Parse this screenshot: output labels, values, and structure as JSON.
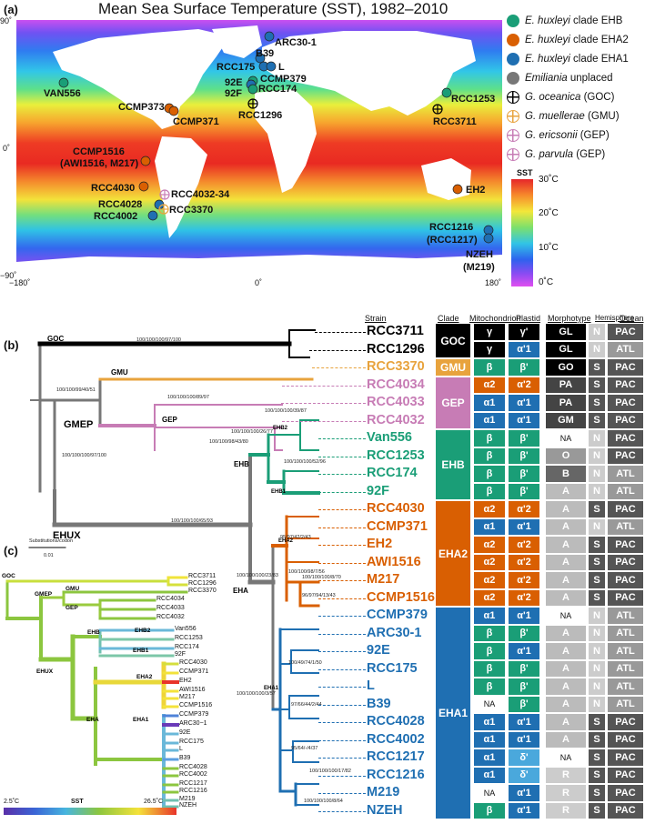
{
  "panel_a": {
    "label": "(a)",
    "title": "Mean Sea Surface Temperature (SST), 1982–2010",
    "lat_ticks": [
      "90˚",
      "0˚",
      "−90˚"
    ],
    "lon_ticks": [
      "−180˚",
      "0˚",
      "180˚"
    ],
    "sst_scale": {
      "title": "SST",
      "ticks": [
        "30˚C",
        "20˚C",
        "10˚C",
        "0˚C"
      ]
    },
    "legend": [
      {
        "taxon": "E. huxleyi",
        "suffix": " clade EHB",
        "color": "#1a9e77",
        "marker": "dot"
      },
      {
        "taxon": "E. huxleyi",
        "suffix": " clade EHA2",
        "color": "#d95f02",
        "marker": "dot"
      },
      {
        "taxon": "E. huxleyi",
        "suffix": " clade EHA1",
        "color": "#1f6fb2",
        "marker": "dot"
      },
      {
        "taxon": "Emiliania",
        "suffix": " unplaced",
        "color": "#777777",
        "marker": "dot"
      },
      {
        "taxon": "G. oceanica",
        "suffix": " (GOC)",
        "color": "#000000",
        "marker": "cross"
      },
      {
        "taxon": "G. muellerae",
        "suffix": " (GMU)",
        "color": "#e8a33d",
        "marker": "cross"
      },
      {
        "taxon": "G. ericsonii",
        "suffix": " (GEP)",
        "color": "#c77cb5",
        "marker": "cross"
      },
      {
        "taxon": "G. parvula",
        "suffix": " (GEP)",
        "color": "#c77cb5",
        "marker": "cross"
      }
    ],
    "map_labels": [
      "ARC30-1",
      "B39",
      "RCC175",
      "L",
      "92E",
      "CCMP379",
      "92F",
      "RCC174",
      "RCC1296",
      "VAN556",
      "CCMP373",
      "CCMP371",
      "RCC1253",
      "RCC3711",
      "CCMP1516",
      "(AWI1516, M217)",
      "RCC4030",
      "RCC4032-34",
      "RCC4028",
      "RCC3370",
      "RCC4002",
      "EH2",
      "RCC1216",
      "(RCC1217)",
      "NZEH",
      "(M219)"
    ]
  },
  "panel_b": {
    "label": "(b)",
    "headers": [
      "Strain",
      "Clade",
      "Mitochondrion",
      "Plastid",
      "Morphotype",
      "Hemisphere",
      "Ocean"
    ],
    "scale_bar": {
      "title": "Substitutions/codon",
      "value": "0.01"
    },
    "node_labels": [
      "GOC",
      "GMU",
      "GEP",
      "GMEP",
      "EHUX",
      "EHB",
      "EHB2",
      "EHB1",
      "EHA",
      "EHA2",
      "EHA1"
    ],
    "supports": [
      "100/100/100/97/100",
      "100/100/99/40/51",
      "100/100/100/89/97",
      "100/100/98/43/80",
      "100/100/100/97/100",
      "100/100/100/65/93",
      "100/100/100/39/87",
      "100/100/100/26/77",
      "100/100/100/52/96",
      "95/97/42/2/43",
      "100/100/98/7/56",
      "100/100/100/8/70",
      "96/97/94/13/43",
      "100/100/100/23/83",
      "100/49/74/1/50",
      "100/100/100/3/57",
      "97/66/44/2/44",
      "95/64/-/4/37",
      "100/100/100/17/82",
      "100/100/100/8/64"
    ],
    "clade_blocks": [
      {
        "name": "GOC",
        "color": "#000000",
        "rows": 2
      },
      {
        "name": "GMU",
        "color": "#e8a33d",
        "rows": 1
      },
      {
        "name": "GEP",
        "color": "#c77cb5",
        "rows": 3
      },
      {
        "name": "EHB",
        "color": "#1a9e77",
        "rows": 4
      },
      {
        "name": "EHA2",
        "color": "#d95f02",
        "rows": 6
      },
      {
        "name": "EHA1",
        "color": "#1f6fb2",
        "rows": 12
      }
    ],
    "rows": [
      {
        "strain": "RCC3711",
        "color": "#000000",
        "mito": "γ",
        "plastid": "γ'",
        "morph": "GL",
        "hemi": "N",
        "ocean": "PAC"
      },
      {
        "strain": "RCC1296",
        "color": "#000000",
        "mito": "γ",
        "plastid": "α'1",
        "morph": "GL",
        "hemi": "N",
        "ocean": "ATL"
      },
      {
        "strain": "RCC3370",
        "color": "#e8a33d",
        "mito": "β",
        "plastid": "β'",
        "morph": "GO",
        "hemi": "S",
        "ocean": "PAC"
      },
      {
        "strain": "RCC4034",
        "color": "#c77cb5",
        "mito": "α2",
        "plastid": "α'2",
        "morph": "PA",
        "hemi": "S",
        "ocean": "PAC"
      },
      {
        "strain": "RCC4033",
        "color": "#c77cb5",
        "mito": "α1",
        "plastid": "α'1",
        "morph": "PA",
        "hemi": "S",
        "ocean": "PAC"
      },
      {
        "strain": "RCC4032",
        "color": "#c77cb5",
        "mito": "α1",
        "plastid": "α'1",
        "morph": "GM",
        "hemi": "S",
        "ocean": "PAC"
      },
      {
        "strain": "Van556",
        "color": "#1a9e77",
        "mito": "β",
        "plastid": "β'",
        "morph": "NA",
        "hemi": "N",
        "ocean": "PAC"
      },
      {
        "strain": "RCC1253",
        "color": "#1a9e77",
        "mito": "β",
        "plastid": "β'",
        "morph": "O",
        "hemi": "N",
        "ocean": "PAC"
      },
      {
        "strain": "RCC174",
        "color": "#1a9e77",
        "mito": "β",
        "plastid": "β'",
        "morph": "B",
        "hemi": "N",
        "ocean": "ATL"
      },
      {
        "strain": "92F",
        "color": "#1a9e77",
        "mito": "β",
        "plastid": "β'",
        "morph": "A",
        "hemi": "N",
        "ocean": "ATL"
      },
      {
        "strain": "RCC4030",
        "color": "#d95f02",
        "mito": "α2",
        "plastid": "α'2",
        "morph": "A",
        "hemi": "S",
        "ocean": "PAC"
      },
      {
        "strain": "CCMP371",
        "color": "#d95f02",
        "mito": "α1",
        "plastid": "α'1",
        "morph": "A",
        "hemi": "N",
        "ocean": "ATL"
      },
      {
        "strain": "EH2",
        "color": "#d95f02",
        "mito": "α2",
        "plastid": "α'2",
        "morph": "A",
        "hemi": "S",
        "ocean": "PAC"
      },
      {
        "strain": "AWI1516",
        "color": "#d95f02",
        "mito": "α2",
        "plastid": "α'2",
        "morph": "A",
        "hemi": "S",
        "ocean": "PAC"
      },
      {
        "strain": "M217",
        "color": "#d95f02",
        "mito": "α2",
        "plastid": "α'2",
        "morph": "A",
        "hemi": "S",
        "ocean": "PAC"
      },
      {
        "strain": "CCMP1516",
        "color": "#d95f02",
        "mito": "α2",
        "plastid": "α'2",
        "morph": "A",
        "hemi": "S",
        "ocean": "PAC"
      },
      {
        "strain": "CCMP379",
        "color": "#1f6fb2",
        "mito": "α1",
        "plastid": "α'1",
        "morph": "NA",
        "hemi": "N",
        "ocean": "ATL"
      },
      {
        "strain": "ARC30-1",
        "color": "#1f6fb2",
        "mito": "β",
        "plastid": "β'",
        "morph": "A",
        "hemi": "N",
        "ocean": "ATL"
      },
      {
        "strain": "92E",
        "color": "#1f6fb2",
        "mito": "β",
        "plastid": "α'1",
        "morph": "A",
        "hemi": "N",
        "ocean": "ATL"
      },
      {
        "strain": "RCC175",
        "color": "#1f6fb2",
        "mito": "β",
        "plastid": "β'",
        "morph": "A",
        "hemi": "N",
        "ocean": "ATL"
      },
      {
        "strain": "L",
        "color": "#1f6fb2",
        "mito": "β",
        "plastid": "β'",
        "morph": "A",
        "hemi": "N",
        "ocean": "ATL"
      },
      {
        "strain": "B39",
        "color": "#1f6fb2",
        "mito": "NA",
        "plastid": "β'",
        "morph": "A",
        "hemi": "N",
        "ocean": "ATL"
      },
      {
        "strain": "RCC4028",
        "color": "#1f6fb2",
        "mito": "α1",
        "plastid": "α'1",
        "morph": "A",
        "hemi": "S",
        "ocean": "PAC"
      },
      {
        "strain": "RCC4002",
        "color": "#1f6fb2",
        "mito": "α1",
        "plastid": "α'1",
        "morph": "A",
        "hemi": "S",
        "ocean": "PAC"
      },
      {
        "strain": "RCC1217",
        "color": "#1f6fb2",
        "mito": "α1",
        "plastid": "δ'",
        "morph": "NA",
        "hemi": "S",
        "ocean": "PAC"
      },
      {
        "strain": "RCC1216",
        "color": "#1f6fb2",
        "mito": "α1",
        "plastid": "δ'",
        "morph": "R",
        "hemi": "S",
        "ocean": "PAC"
      },
      {
        "strain": "M219",
        "color": "#1f6fb2",
        "mito": "NA",
        "plastid": "α'1",
        "morph": "R",
        "hemi": "S",
        "ocean": "PAC"
      },
      {
        "strain": "NZEH",
        "color": "#1f6fb2",
        "mito": "β",
        "plastid": "α'1",
        "morph": "R",
        "hemi": "S",
        "ocean": "PAC"
      }
    ]
  },
  "panel_c": {
    "label": "(c)",
    "node_labels": [
      "GOC",
      "GMU",
      "GMEP",
      "GEP",
      "EHB2",
      "EHB",
      "EHB1",
      "EHUX",
      "EHA2",
      "EHA",
      "EHA1"
    ],
    "tips": [
      "RCC3711",
      "RCC1296",
      "RCC3370",
      "RCC4034",
      "RCC4033",
      "RCC4032",
      "Van556",
      "RCC1253",
      "RCC174",
      "92F",
      "RCC4030",
      "CCMP371",
      "EH2",
      "AWI1516",
      "M217",
      "CCMP1516",
      "CCMP379",
      "ARC30−1",
      "92E",
      "RCC175",
      "L",
      "B39",
      "RCC4028",
      "RCC4002",
      "RCC1217",
      "RCC1216",
      "M219",
      "NZEH"
    ],
    "sst_bar": {
      "min": "2.5˚C",
      "title": "SST",
      "max": "26.5˚C"
    }
  }
}
